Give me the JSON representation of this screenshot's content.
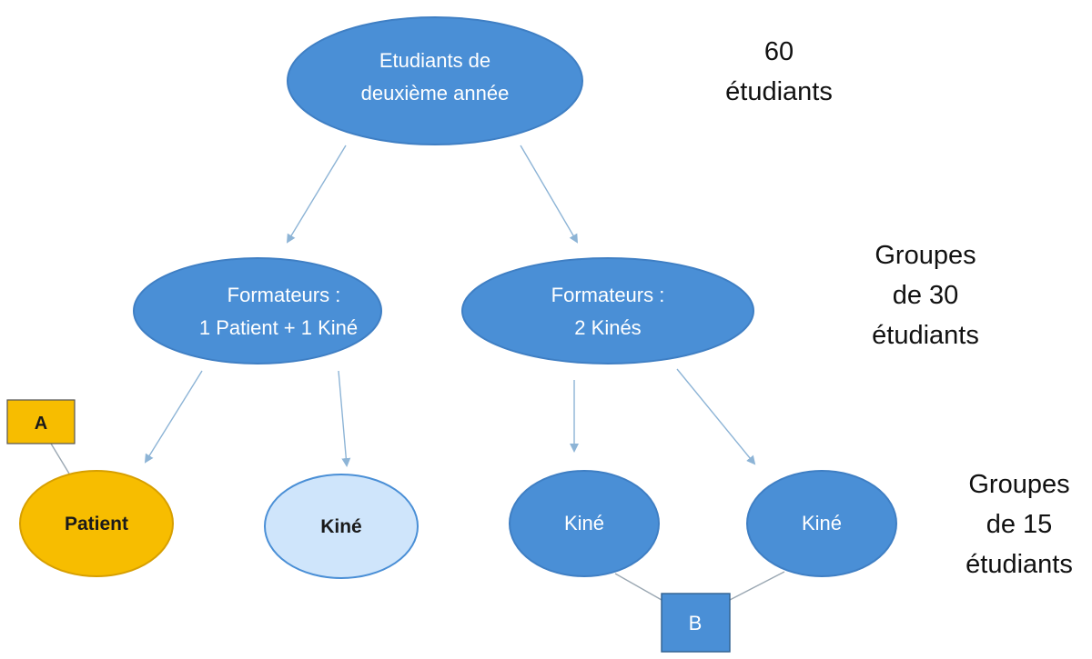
{
  "colors": {
    "node_blue": "#4a8fd6",
    "node_blue_stroke": "#3f7fc4",
    "node_patient": "#f7bd00",
    "node_patient_stroke": "#d79f00",
    "node_kine_light": "#cfe5fb",
    "node_kine_light_stroke": "#4a8fd6",
    "box_a": "#f7bd00",
    "box_b": "#4a8fd6",
    "arrow": "#8db4d6"
  },
  "nodes": {
    "root": {
      "line1": "Etudiants de",
      "line2": "deuxième année"
    },
    "formateurs_left": {
      "line1": "Formateurs :",
      "line2": "1 Patient + 1 Kiné"
    },
    "formateurs_right": {
      "line1": "Formateurs :",
      "line2": "2 Kinés"
    },
    "leaf_patient": {
      "label": "Patient"
    },
    "leaf_kine_light": {
      "label": "Kiné"
    },
    "leaf_kine_1": {
      "label": "Kiné"
    },
    "leaf_kine_2": {
      "label": "Kiné"
    }
  },
  "boxes": {
    "a": {
      "label": "A"
    },
    "b": {
      "label": "B"
    }
  },
  "side_labels": {
    "level1": {
      "line1": "60",
      "line2": "étudiants"
    },
    "level2": {
      "line1": "Groupes",
      "line2": "de 30",
      "line3": "étudiants"
    },
    "level3": {
      "line1": "Groupes",
      "line2": "de 15",
      "line3": "étudiants"
    }
  }
}
